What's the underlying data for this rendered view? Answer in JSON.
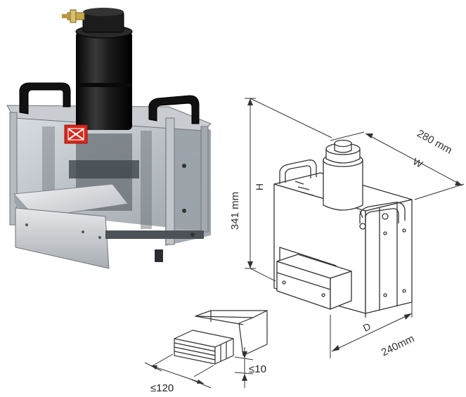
{
  "product_photo": {
    "warning_label_icon": "cut-hazard-icon"
  },
  "outline_drawing": {
    "height_value": "341 mm",
    "height_letter": "H",
    "width_value": "280 mm",
    "width_letter": "W",
    "depth_value": "240mm",
    "depth_letter": "D"
  },
  "busbar_detail": {
    "max_width": "≤120",
    "max_thickness": "≤10"
  },
  "colors": {
    "line": "#333333",
    "frame_metal": "#b9bcbf",
    "cylinder_black": "#141414",
    "warning_red": "#d9261c"
  }
}
